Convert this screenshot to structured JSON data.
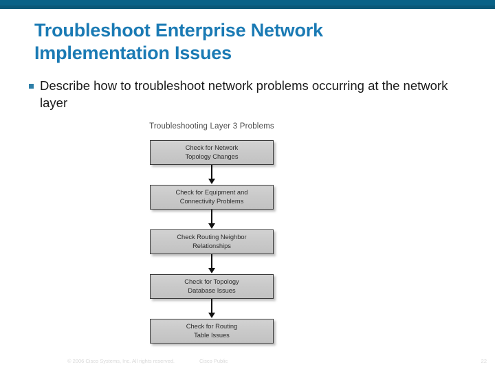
{
  "slide": {
    "title_line1": "Troubleshoot Enterprise Network",
    "title_line2": "Implementation Issues",
    "bullet": "Describe how to troubleshoot network problems occurring at the network layer",
    "title_color": "#1a7ab4",
    "banner_color": "#0a6287",
    "bullet_marker_color": "#2e7fa8"
  },
  "diagram": {
    "title": "Troubleshooting Layer 3 Problems",
    "steps": [
      {
        "line1": "Check for Network",
        "line2": "Topology Changes"
      },
      {
        "line1": "Check for Equipment and",
        "line2": "Connectivity Problems"
      },
      {
        "line1": "Check Routing Neighbor",
        "line2": "Relationships"
      },
      {
        "line1": "Check for Topology",
        "line2": "Database Issues"
      },
      {
        "line1": "Check for Routing",
        "line2": "Table Issues"
      }
    ]
  },
  "footer": {
    "copyright": "© 2006 Cisco Systems, Inc. All rights reserved.",
    "classification": "Cisco Public",
    "page_number": "22"
  }
}
